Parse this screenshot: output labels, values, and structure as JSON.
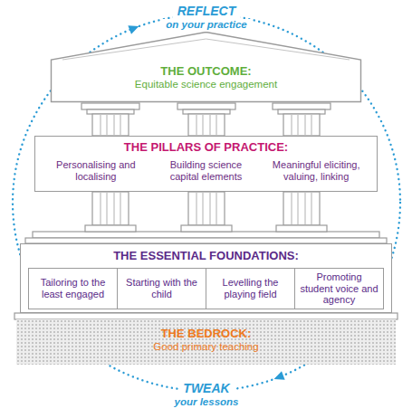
{
  "diagram": {
    "nodes": [
      {
        "text": [
          "THE OUTCOME:",
          "Equitable science engagement"
        ]
      },
      {
        "text": [
          "THE PILLARS OF PRACTICE:",
          "Personalising and localising",
          "Building science capital elements",
          "Meaningful eliciting, valuing, linking"
        ]
      },
      {
        "text": [
          "THE ESSENTIAL FOUNDATIONS:"
        ]
      },
      {
        "text": [
          "Tailoring to the least engaged"
        ],
        "in": 2
      },
      {
        "text": [
          "Starting with the child"
        ],
        "in": 2
      },
      {
        "text": [
          "Levelling the playing field"
        ],
        "in": 2
      },
      {
        "text": [
          "Promoting student voice and agency"
        ],
        "in": 2
      },
      {
        "text": [
          "THE BEDROCK:",
          "Good primary teaching"
        ]
      }
    ],
    "labels": [
      "REFLECT",
      "on your practice",
      "TWEAK",
      "your lessons"
    ]
  }
}
